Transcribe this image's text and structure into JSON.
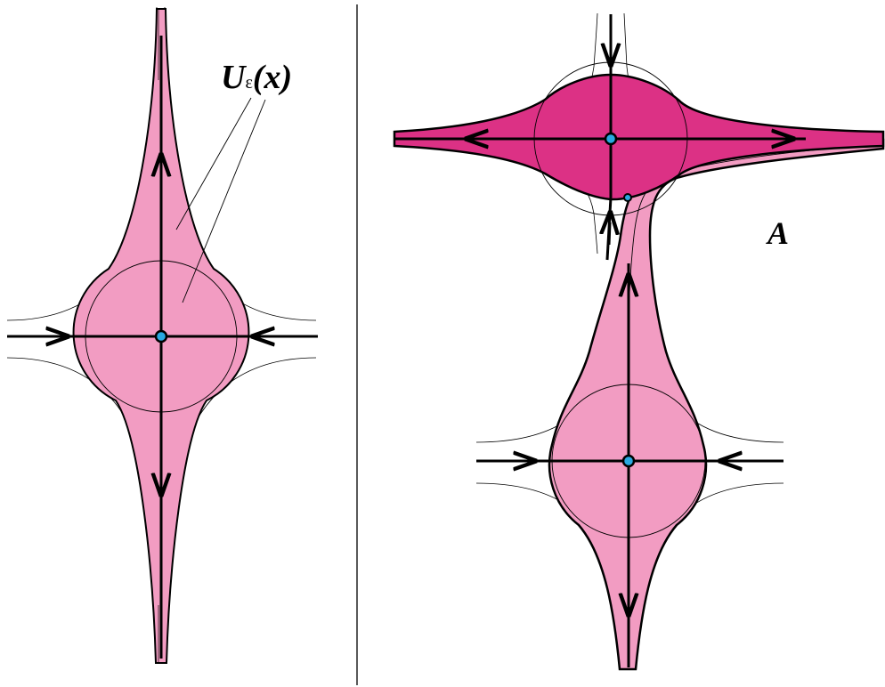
{
  "labels": {
    "neighborhood_symbol": "U",
    "neighborhood_subscript": "ε",
    "neighborhood_argument": "(x)",
    "region_label": "A"
  },
  "colors": {
    "light_pink": "#F29CC2",
    "dark_magenta": "#DC3185",
    "saddle_point": "#29A9E1",
    "stroke": "#000000",
    "background": "#ffffff"
  }
}
